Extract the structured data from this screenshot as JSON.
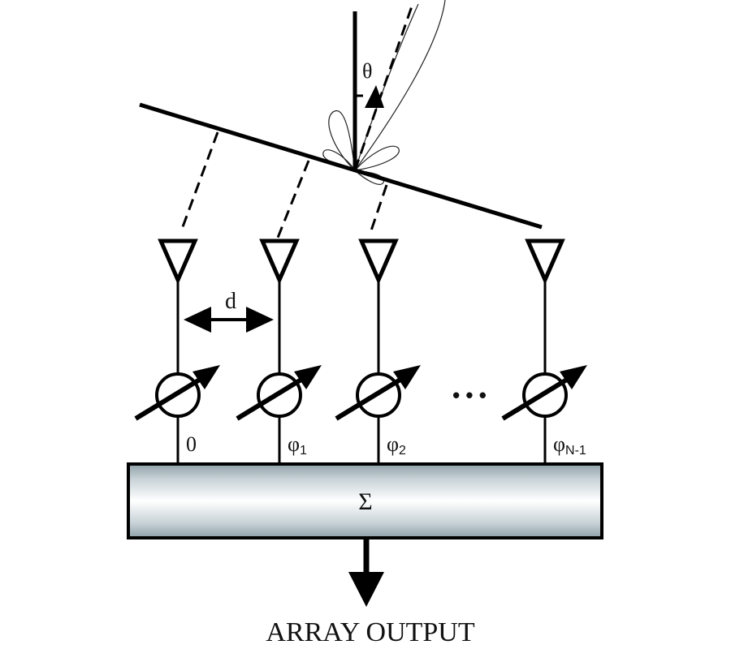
{
  "diagram": {
    "title": "Phased array antenna",
    "angle_label": "θ",
    "spacing_label": "d",
    "ellipsis": "• • •",
    "phase_shifters": [
      {
        "label": "0",
        "sub": ""
      },
      {
        "label": "φ",
        "sub": "1"
      },
      {
        "label": "φ",
        "sub": "2"
      },
      {
        "label": "φ",
        "sub": "N-1"
      }
    ],
    "summer_label": "Σ",
    "output_label": "ARRAY OUTPUT",
    "colors": {
      "line": "#000000",
      "summer_edge": "#8fa0a8",
      "summer_center": "#ffffff"
    }
  }
}
